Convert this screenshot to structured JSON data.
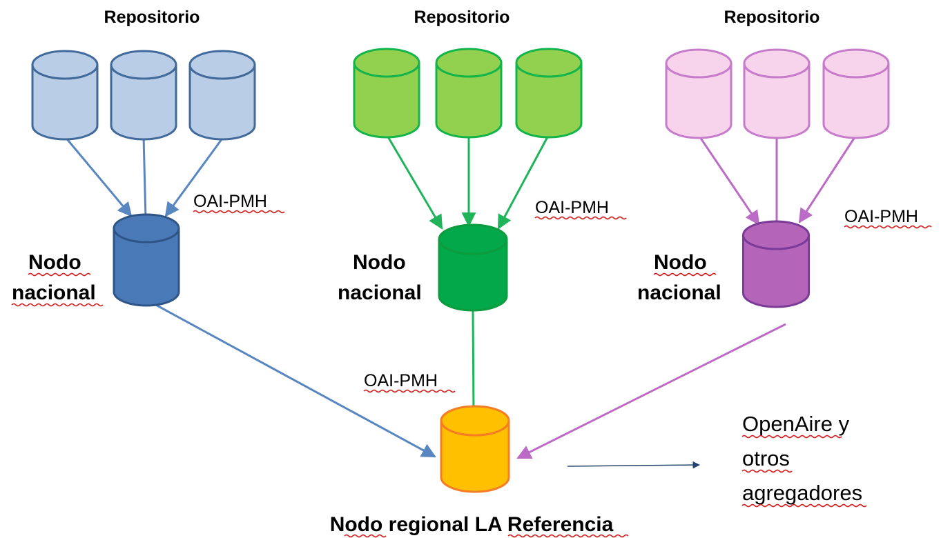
{
  "groups": [
    {
      "repo_title": "Repositorio",
      "protocol": "OAI-PMH",
      "node_line1": "Nodo",
      "node_line2": "nacional",
      "colors": {
        "repo_fill": "#b9cde6",
        "repo_stroke": "#41699a",
        "node_fill": "#4a79b8",
        "node_stroke": "#2f5586",
        "arrow": "#5886c0"
      }
    },
    {
      "repo_title": "Repositorio",
      "protocol": "OAI-PMH",
      "node_line1": "Nodo",
      "node_line2": "nacional",
      "colors": {
        "repo_fill": "#92d050",
        "repo_stroke": "#13b54a",
        "node_fill": "#03a84a",
        "node_stroke": "#0c9b3f",
        "arrow": "#1fb35a"
      }
    },
    {
      "repo_title": "Repositorio",
      "protocol": "OAI-PMH",
      "node_line1": "Nodo",
      "node_line2": "nacional",
      "colors": {
        "repo_fill": "#f7d4ec",
        "repo_stroke": "#c77ccb",
        "node_fill": "#b565b9",
        "node_stroke": "#7a3a98",
        "arrow": "#bb6bc6"
      }
    }
  ],
  "regional": {
    "label": "Nodo regional LA Referencia",
    "protocol": "OAI-PMH",
    "colors": {
      "fill": "#ffc000",
      "stroke": "#f57c23"
    }
  },
  "external": {
    "line1": "OpenAire y",
    "line2": "otros",
    "line3": "agregadores",
    "arrow_color": "#26446f"
  }
}
